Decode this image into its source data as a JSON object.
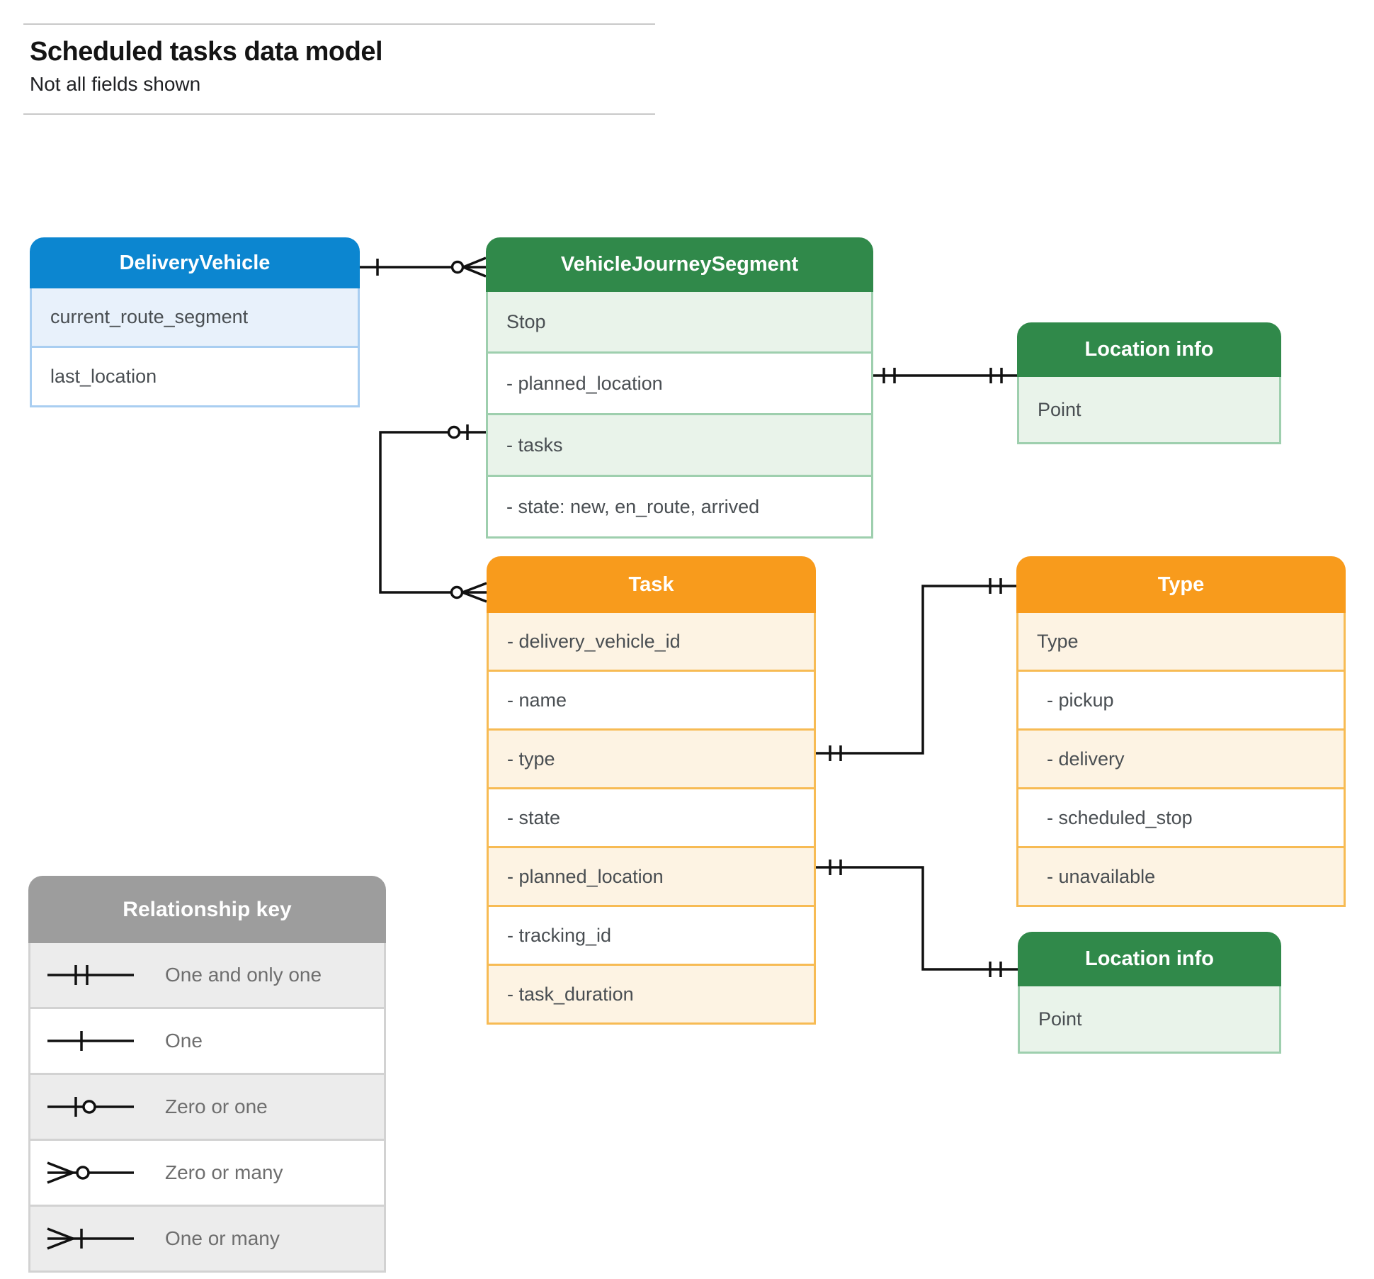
{
  "page": {
    "title": "Scheduled tasks data model",
    "subtitle": "Not all fields shown"
  },
  "palette": {
    "blue_header": "#0c86d0",
    "green_header": "#30894a",
    "orange_header": "#f89b1c",
    "gray_header": "#9d9d9d",
    "blue_tint": "#e8f1fb",
    "green_tint": "#e9f3ea",
    "orange_tint": "#fdf3e3",
    "gray_tint": "#ececec",
    "connector": "#111111"
  },
  "entities": {
    "delivery_vehicle": {
      "title": "DeliveryVehicle",
      "fields": [
        "current_route_segment",
        "last_location"
      ]
    },
    "vehicle_journey_segment": {
      "title": "VehicleJourneySegment",
      "fields": [
        "Stop",
        "- planned_location",
        "- tasks",
        "- state: new, en_route, arrived"
      ]
    },
    "location_info_top": {
      "title": "Location info",
      "fields": [
        "Point"
      ]
    },
    "task": {
      "title": "Task",
      "fields": [
        "- delivery_vehicle_id",
        "- name",
        "- type",
        "- state",
        "- planned_location",
        "- tracking_id",
        "- task_duration"
      ]
    },
    "type": {
      "title": "Type",
      "fields": [
        "Type",
        "- pickup",
        "- delivery",
        "- scheduled_stop",
        "- unavailable"
      ]
    },
    "location_info_bottom": {
      "title": "Location info",
      "fields": [
        "Point"
      ]
    }
  },
  "connectors": [
    {
      "from": "DeliveryVehicle",
      "to": "VehicleJourneySegment",
      "from_symbol": "one",
      "to_symbol": "zero-or-many"
    },
    {
      "from": "VehicleJourneySegment.planned_location",
      "to": "Location info (top)",
      "from_symbol": "one-and-only-one",
      "to_symbol": "one-and-only-one"
    },
    {
      "from": "VehicleJourneySegment.tasks",
      "to": "Task",
      "from_symbol": "zero-or-one",
      "to_symbol": "zero-or-many"
    },
    {
      "from": "Task.type",
      "to": "Type",
      "from_symbol": "one-and-only-one",
      "to_symbol": "one-and-only-one"
    },
    {
      "from": "Task.planned_location",
      "to": "Location info (bottom)",
      "from_symbol": "one-and-only-one",
      "to_symbol": "one-and-only-one"
    }
  ],
  "legend": {
    "title": "Relationship key",
    "items": [
      {
        "symbol": "one-and-only-one",
        "label": "One and only one"
      },
      {
        "symbol": "one",
        "label": "One"
      },
      {
        "symbol": "zero-or-one",
        "label": "Zero or one"
      },
      {
        "symbol": "zero-or-many",
        "label": "Zero or many"
      },
      {
        "symbol": "one-or-many",
        "label": "One or many"
      }
    ]
  }
}
